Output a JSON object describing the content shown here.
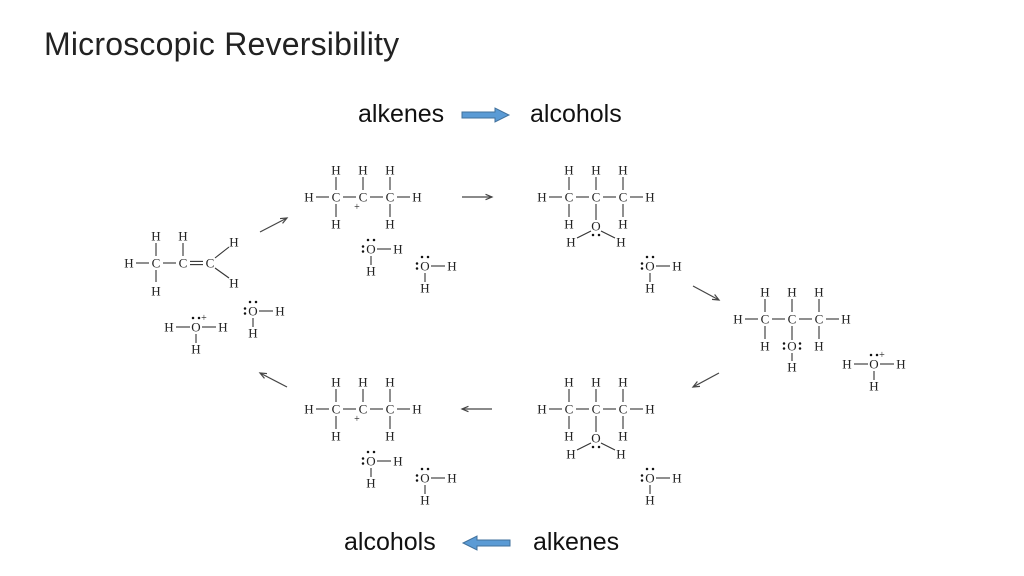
{
  "slide": {
    "title": "Microscopic Reversibility"
  },
  "top_caption": {
    "from": "alkenes",
    "to": "alcohols",
    "arrow_color": "#5b9bd5"
  },
  "bottom_caption": {
    "from": "alkenes",
    "to": "alcohols",
    "arrow_color": "#5b9bd5"
  },
  "atoms": {
    "hydrogen": "H",
    "carbon": "C",
    "oxygen": "O",
    "plus": "+"
  }
}
